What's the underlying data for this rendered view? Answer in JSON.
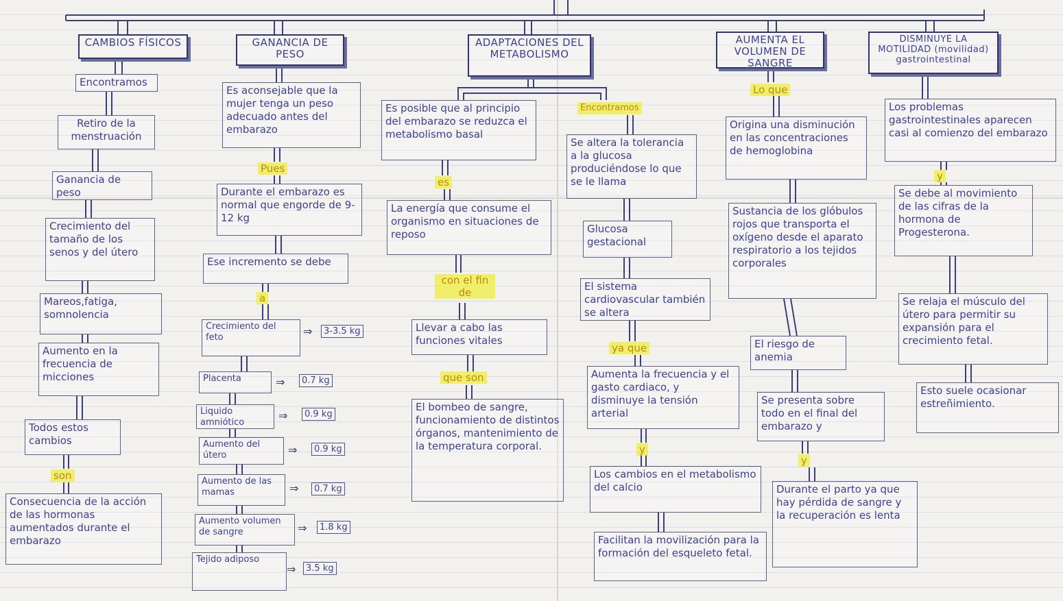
{
  "columns": [
    {
      "heading": "CAMBIOS FÍSICOS",
      "nodes": [
        "Encontramos",
        "Retiro de la menstruación",
        "Ganancia de peso",
        "Crecimiento del tamaño de los senos y del útero",
        "Mareos,fatiga, somnolencia",
        "Aumento en la frecuencia de micciones",
        "Todos estos cambios",
        "Consecuencia de la acción de las hormonas aumentados durante el embarazo"
      ],
      "connectors": [
        "son"
      ]
    },
    {
      "heading": "GANANCIA DE PESO",
      "nodes": [
        "Es aconsejable que la mujer tenga un peso adecuado antes del embarazo",
        "Durante el embarazo es normal que engorde de 9-12 kg",
        "Ese incremento se debe"
      ],
      "connectors": [
        "Pues",
        "a"
      ],
      "items": [
        {
          "label": "Crecimiento del feto",
          "value": "3-3.5 kg"
        },
        {
          "label": "Placenta",
          "value": "0.7 kg"
        },
        {
          "label": "Liquido amniótico",
          "value": "0.9 kg"
        },
        {
          "label": "Aumento del útero",
          "value": "0.9 kg"
        },
        {
          "label": "Aumento de las mamas",
          "value": "0.7 kg"
        },
        {
          "label": "Aumento volumen de sangre",
          "value": "1.8 kg"
        },
        {
          "label": "Tejido adiposo",
          "value": "3.5 kg"
        }
      ]
    },
    {
      "heading": "ADAPTACIONES DEL METABOLISMO",
      "nodes": [
        "Es posible que al principio del embarazo se reduzca el metabolismo basal",
        "La energía que consume el organismo en situaciones de reposo",
        "Llevar a cabo las funciones vitales",
        "El bombeo de sangre, funcionamiento de distintos órganos, mantenimiento de la temperatura corporal."
      ],
      "connectors": [
        "es",
        "con el fin de",
        "que son"
      ]
    },
    {
      "heading": "",
      "nodes": [
        "Se altera la tolerancia a la glucosa produciéndose lo que se le llama",
        "Glucosa gestacional",
        "El sistema cardiovascular también se altera",
        "Aumenta la frecuencia y el gasto cardiaco, y disminuye la tensión arterial",
        "Los cambios en el metabolismo del calcio",
        "Facilitan la movilización para la formación del esqueleto fetal."
      ],
      "connectors": [
        "Encontramos",
        "ya que",
        "y"
      ]
    },
    {
      "heading": "AUMENTA EL VOLUMEN DE SANGRE",
      "nodes": [
        "Origina una disminución en las concentraciones de hemoglobina",
        "Sustancia de los glóbulos rojos que transporta el oxígeno desde el aparato respiratorio a los tejidos corporales",
        "El riesgo de anemia",
        "Se presenta sobre todo en el final del embarazo y",
        "Durante el parto ya que hay pérdida de sangre y la recuperación es lenta"
      ],
      "connectors": [
        "Lo que",
        "y"
      ]
    },
    {
      "heading": "DISMINUYE LA MOTILIDAD (movilidad) gastrointestinal",
      "nodes": [
        "Los problemas gastrointestinales aparecen casi al comienzo del embarazo",
        "Se debe al movimiento de las cifras de la hormona de Progesterona.",
        "Se relaja el músculo del útero para permitir su expansión para el crecimiento fetal.",
        "Esto suele ocasionar estreñimiento."
      ],
      "connectors": [
        "y"
      ]
    }
  ],
  "colors": {
    "ink": "#3c4190",
    "highlight": "#f0ee3c",
    "connector_text": "#b88a14",
    "paper": "#f3f1ee"
  }
}
